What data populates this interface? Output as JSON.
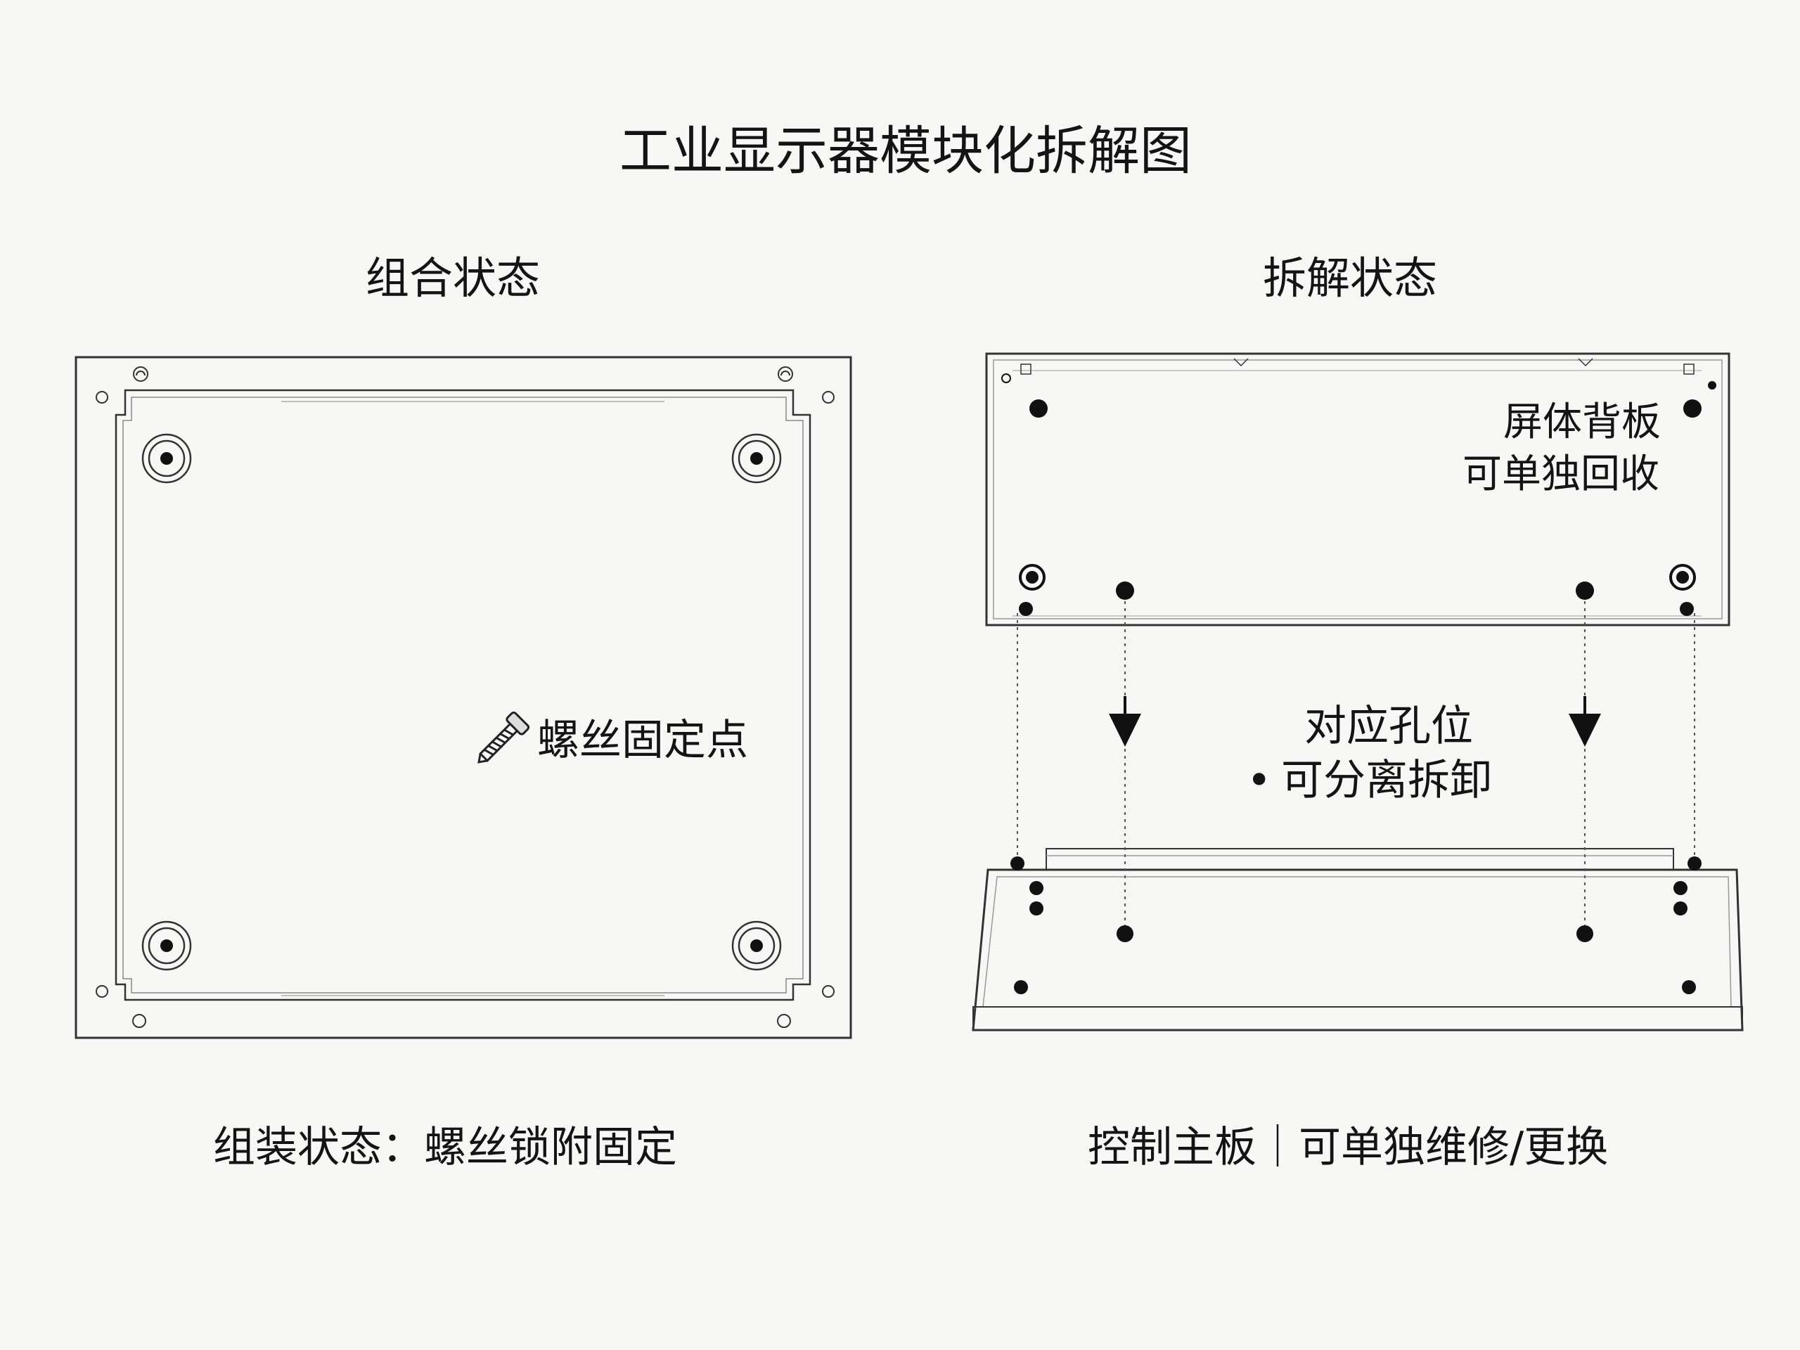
{
  "title": "工业显示器模块化拆解图",
  "assembled": {
    "heading": "组合状态",
    "screw_label": "螺丝固定点",
    "caption": "组装状态：螺丝锁附固定"
  },
  "disassembled": {
    "heading": "拆解状态",
    "back_plate_label_line1": "屏体背板",
    "back_plate_label_line2": "可单独回收",
    "alignment_label_line1": "对应孔位",
    "alignment_label_line2": "可分离拆卸",
    "alignment_bullet": "•",
    "caption": "控制主板｜可单独维修/更换"
  },
  "icons": {
    "screw": "screw-icon",
    "arrow": "arrow-down-icon"
  },
  "colors": {
    "line": "#2a2a2a",
    "background": "#f7f7f6"
  }
}
